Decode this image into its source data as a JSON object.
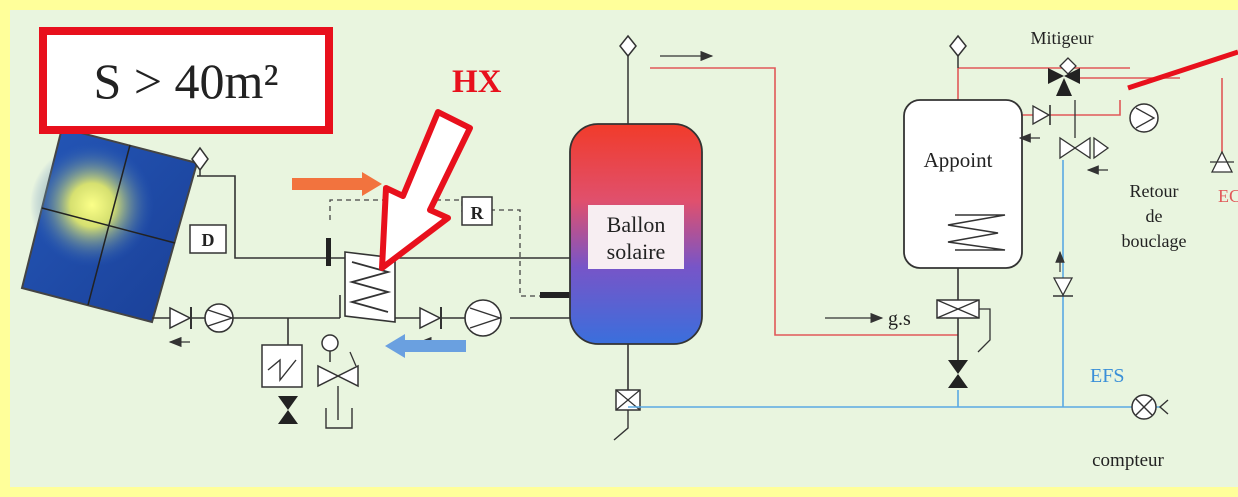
{
  "callout": {
    "surface_label": "S > 40m²",
    "hx_label": "HX"
  },
  "labels": {
    "mitigeur": "Mitigeur",
    "appoint": "Appoint",
    "ballon_line1": "Ballon",
    "ballon_line2": "solaire",
    "retour_line1": "Retour",
    "retour_line2": "de",
    "retour_line3": "bouclage",
    "ecs": "ECS",
    "efs": "EFS",
    "gs": "g.s",
    "compteur": "compteur",
    "regulator": "R",
    "d_box": "D"
  },
  "colors": {
    "background": "#e9f5df",
    "frame": "#ffff9a",
    "callout_red": "#e8101c",
    "hot_line": "#e15858",
    "cold_line": "#5aa9e3",
    "orange_arrow": "#f2733e",
    "blue_arrow": "#6aa0e0",
    "line": "#333333"
  }
}
